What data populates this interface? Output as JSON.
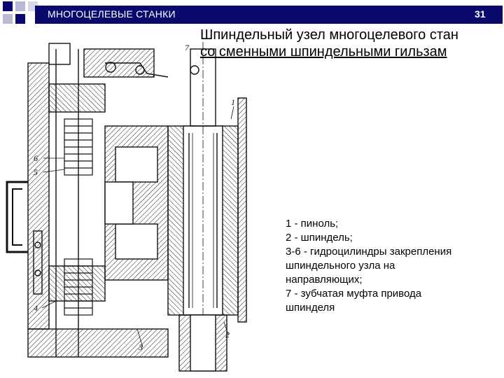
{
  "header": {
    "title": "МНОГОЦЕЛЕВЫЕ СТАНКИ",
    "page_number": "31",
    "bar_color": "#0a0a6e"
  },
  "slide": {
    "title_line1": "Шпиндельный узел многоцелевого стан",
    "title_line2": "со сменными шпиндельными гильзам"
  },
  "drawing": {
    "labels": {
      "l1": "1",
      "l2": "2",
      "l3": "3",
      "l4": "4",
      "l5": "5",
      "l6": "6",
      "l7": "7"
    }
  },
  "caption": {
    "line1": "1 - пиноль;",
    "line2": "2 - шпиндель;",
    "line3": "3-6 - гидроцилиндры закрепления",
    "line4": "шпиндельного узла на",
    "line5": "направляющих;",
    "line6": "7 - зубчатая муфта привода",
    "line7": "шпинделя"
  }
}
